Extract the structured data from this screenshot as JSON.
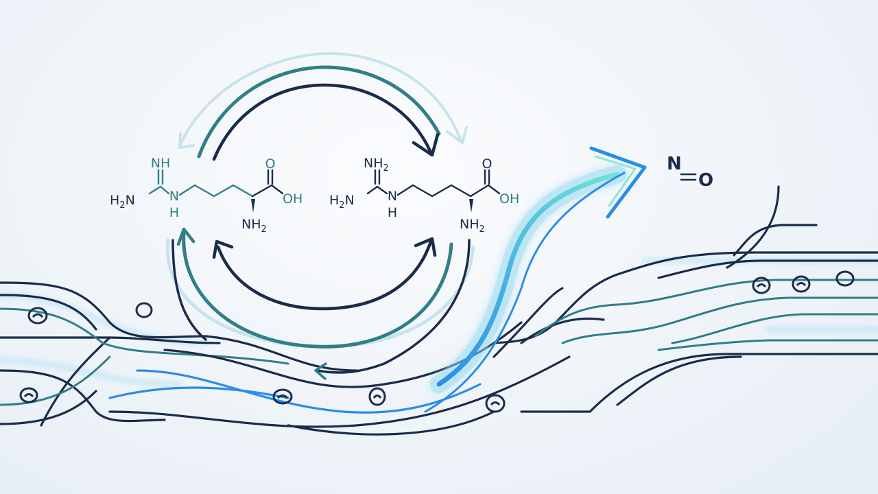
{
  "colors": {
    "navy": "#1b2c4a",
    "teal": "#2f7f86",
    "blue": "#2a8de8",
    "glow": "#8fd8f0",
    "background": "#eef3f8"
  },
  "molecule_left": {
    "imine": "NH",
    "amine": "H2N",
    "amine_main": "H",
    "amine_n": "N",
    "amine_sub": "2",
    "nh_n": "N",
    "nh_h": "H",
    "carbonyl_o": "O",
    "hydroxyl": "OH",
    "alpha_amine_main": "NH",
    "alpha_amine_sub": "2"
  },
  "molecule_right": {
    "amine_top_main": "NH",
    "amine_top_sub": "2",
    "amine_main": "H",
    "amine_sub": "2",
    "amine_n": "N",
    "nh_n": "N",
    "nh_h": "H",
    "carbonyl_o": "O",
    "hydroxyl": "OH",
    "alpha_amine_main": "NH",
    "alpha_amine_sub": "2"
  },
  "product": {
    "n": "N",
    "o": "O"
  },
  "icons": [
    "cycle-arrow-icon",
    "nitric-oxide-release-arrow-icon",
    "red-blood-cell-icon"
  ]
}
